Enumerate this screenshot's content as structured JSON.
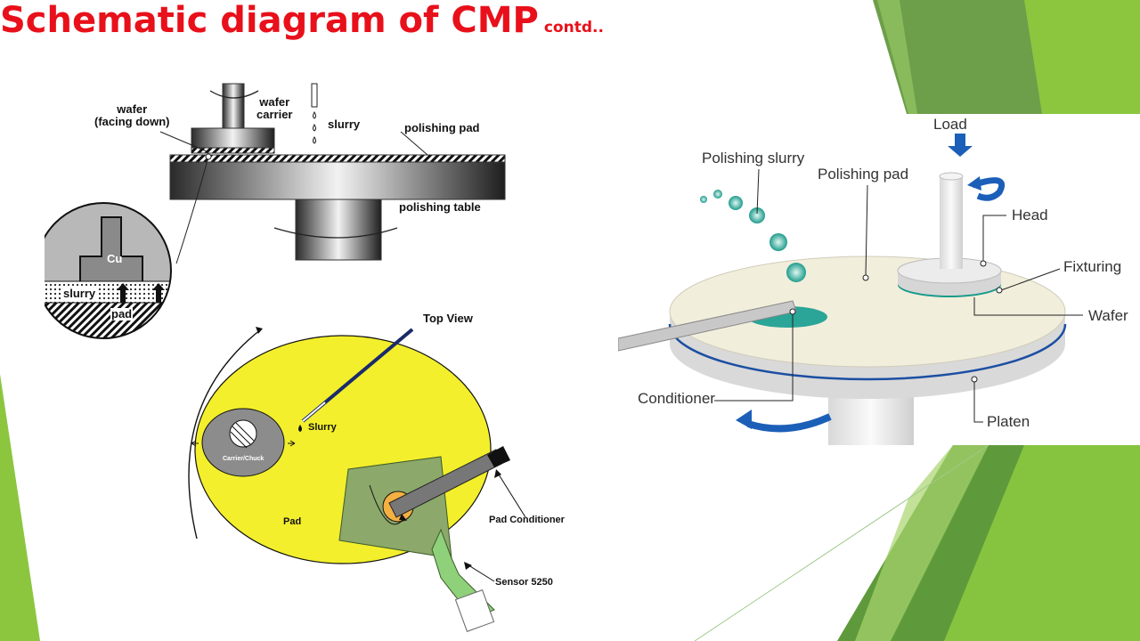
{
  "slide": {
    "title": "Schematic diagram of CMP",
    "title_suffix": "contd..",
    "title_color": "#e8101a",
    "accent_green": "#7ab648"
  },
  "side_view": {
    "wafer_label": "wafer\n(facing down)",
    "carrier_label": "wafer\ncarrier",
    "slurry_label": "slurry",
    "pad_label": "polishing pad",
    "table_label": "polishing table",
    "inset_cu": "Cu",
    "inset_slurry": "slurry",
    "inset_pad": "pad"
  },
  "top_view": {
    "title": "Top View",
    "slurry_label": "Slurry",
    "carrier_label": "Carrier/Chuck",
    "pad_label": "Pad",
    "conditioner_label": "Pad Conditioner",
    "sensor_label": "Sensor 5250"
  },
  "iso_view": {
    "load": "Load",
    "slurry": "Polishing slurry",
    "pad": "Polishing pad",
    "head": "Head",
    "fixturing": "Fixturing",
    "wafer": "Wafer",
    "conditioner": "Conditioner",
    "platen": "Platen"
  }
}
